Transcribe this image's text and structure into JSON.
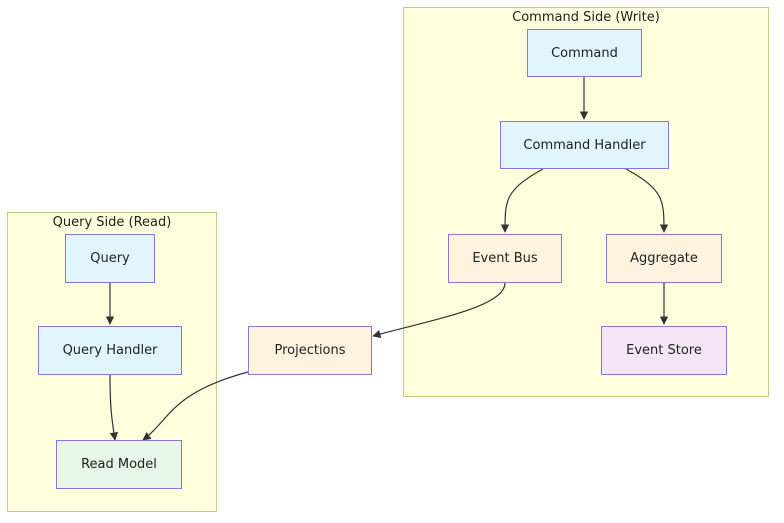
{
  "clusters": {
    "command_side": {
      "title": "Command Side (Write)"
    },
    "query_side": {
      "title": "Query Side (Read)"
    }
  },
  "nodes": {
    "command": {
      "label": "Command",
      "fill": "#e1f5fe"
    },
    "command_handler": {
      "label": "Command Handler",
      "fill": "#e1f5fe"
    },
    "event_bus": {
      "label": "Event Bus",
      "fill": "#fff3e0"
    },
    "aggregate": {
      "label": "Aggregate",
      "fill": "#fff3e0"
    },
    "event_store": {
      "label": "Event Store",
      "fill": "#f3e5f5"
    },
    "projections": {
      "label": "Projections",
      "fill": "#fff3e0"
    },
    "query": {
      "label": "Query",
      "fill": "#e1f5fe"
    },
    "query_handler": {
      "label": "Query Handler",
      "fill": "#e1f5fe"
    },
    "read_model": {
      "label": "Read Model",
      "fill": "#e8f5e9"
    }
  },
  "edges": [
    {
      "from": "command",
      "to": "command_handler"
    },
    {
      "from": "command_handler",
      "to": "event_bus"
    },
    {
      "from": "command_handler",
      "to": "aggregate"
    },
    {
      "from": "aggregate",
      "to": "event_store"
    },
    {
      "from": "event_bus",
      "to": "projections"
    },
    {
      "from": "projections",
      "to": "read_model"
    },
    {
      "from": "query",
      "to": "query_handler"
    },
    {
      "from": "query_handler",
      "to": "read_model"
    }
  ],
  "colors": {
    "cluster_fill": "#ffffde",
    "cluster_border": "#c8c88a",
    "node_border": "#9370db",
    "edge": "#333333"
  }
}
